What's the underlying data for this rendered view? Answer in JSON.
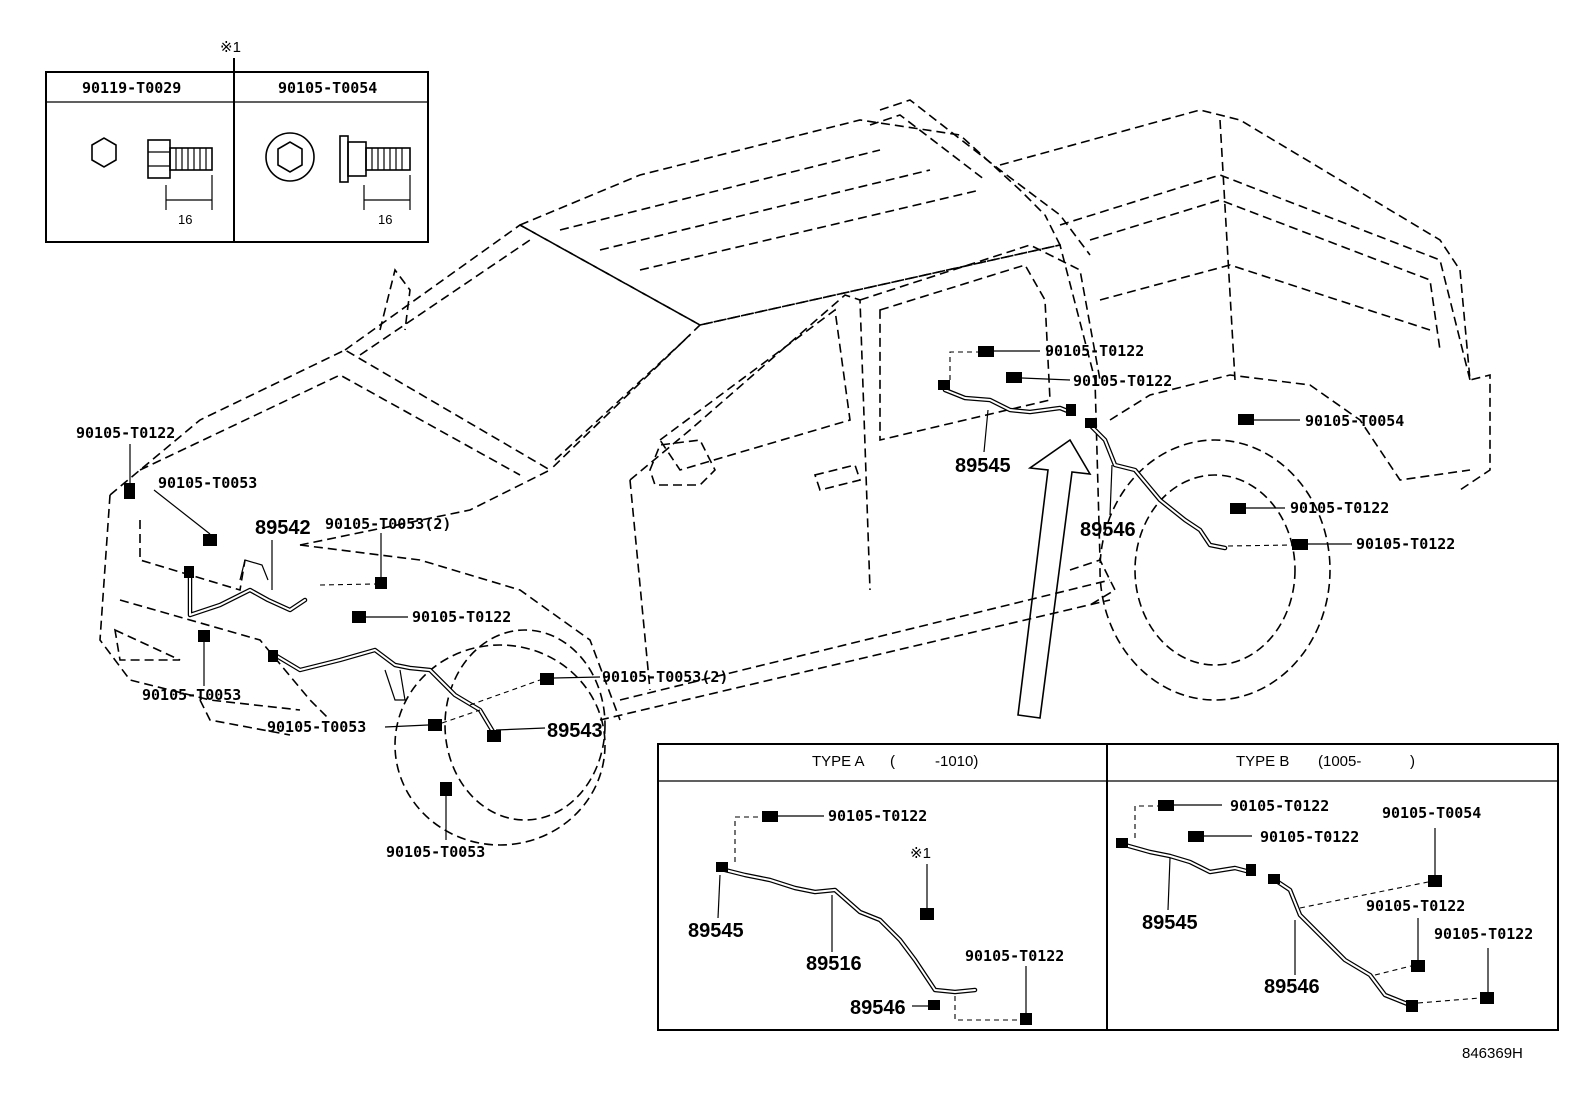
{
  "inset": {
    "note_marker": "※1",
    "columns": [
      {
        "part": "90119-T0029",
        "dimension": "16"
      },
      {
        "part": "90105-T0054",
        "dimension": "16"
      }
    ]
  },
  "callouts": {
    "top_rear_1": "90105-T0122",
    "top_rear_2": "90105-T0122",
    "rear_right_1": "90105-T0054",
    "rear_right_2": "90105-T0122",
    "rear_right_3": "90105-T0122",
    "front_left_top": "90105-T0122",
    "front_left_2": "90105-T0053",
    "front_mid_2x": "90105-T0053(2)",
    "front_mid_t0122": "90105-T0122",
    "front_lower_left": "90105-T0053",
    "wheel_2x": "90105-T0053(2)",
    "front_lower_mid": "90105-T0053",
    "front_bottom": "90105-T0053"
  },
  "part_numbers": {
    "sensor_89542": "89542",
    "sensor_89543": "89543",
    "sensor_89545": "89545",
    "sensor_89546": "89546"
  },
  "type_a": {
    "header_label": "TYPE A",
    "header_open": "(",
    "header_range": "-1010)",
    "bolt_top": "90105-T0122",
    "note_marker": "※1",
    "bolt_right": "90105-T0122",
    "part_89545": "89545",
    "part_89516": "89516",
    "part_89546": "89546"
  },
  "type_b": {
    "header_label": "TYPE B",
    "header_range": "(1005-",
    "header_close": ")",
    "bolt_1": "90105-T0122",
    "bolt_2": "90105-T0122",
    "bolt_3": "90105-T0054",
    "bolt_4": "90105-T0122",
    "bolt_5": "90105-T0122",
    "part_89545": "89545",
    "part_89546": "89546"
  },
  "figure_id": "846369H"
}
